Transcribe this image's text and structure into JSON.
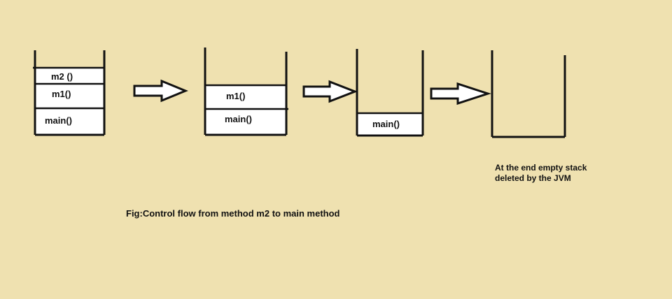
{
  "colors": {
    "background": "#efe1b0",
    "frame_fill": "#ffffff",
    "stroke": "#111111"
  },
  "stage1": {
    "frames": [
      "m2 ()",
      "m1()",
      "main()"
    ]
  },
  "stage2": {
    "frames": [
      "m1()",
      "main()"
    ]
  },
  "stage3": {
    "frames": [
      "main()"
    ]
  },
  "stage4": {
    "frames": []
  },
  "end_note": {
    "line1": "At the end empty stack",
    "line2": "deleted by the JVM"
  },
  "caption": "Fig:Control flow from method m2 to main method"
}
